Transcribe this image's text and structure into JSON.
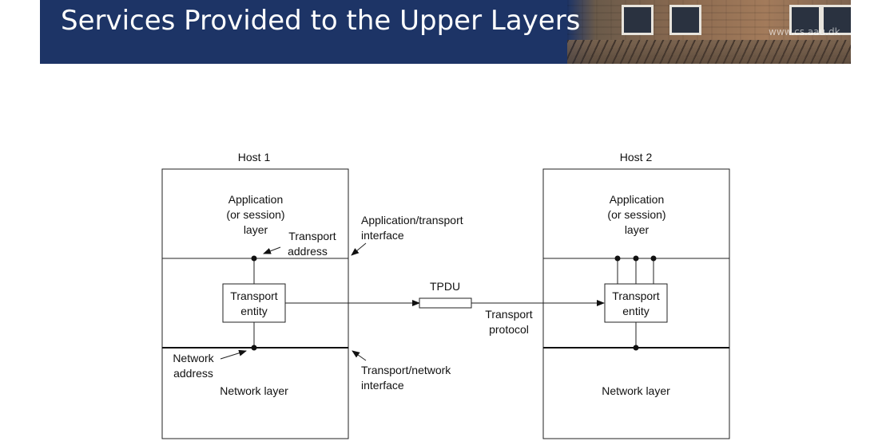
{
  "slide": {
    "title": "Services Provided to the Upper Layers",
    "watermark": "www.cs.aau.dk"
  },
  "diagram": {
    "host1": {
      "label": "Host 1",
      "app_layer_lines": [
        "Application",
        "(or session)",
        "layer"
      ],
      "transport_entity_lines": [
        "Transport",
        "entity"
      ],
      "network_layer": "Network layer"
    },
    "host2": {
      "label": "Host 2",
      "app_layer_lines": [
        "Application",
        "(or session)",
        "layer"
      ],
      "transport_entity_lines": [
        "Transport",
        "entity"
      ],
      "network_layer": "Network layer"
    },
    "annotations": {
      "transport_address": [
        "Transport",
        "address"
      ],
      "network_address": [
        "Network",
        "address"
      ],
      "app_transport_interface": [
        "Application/transport",
        "interface"
      ],
      "transport_network_interface": [
        "Transport/network",
        "interface"
      ],
      "tpdu": "TPDU",
      "transport_protocol": [
        "Transport",
        "protocol"
      ]
    }
  }
}
